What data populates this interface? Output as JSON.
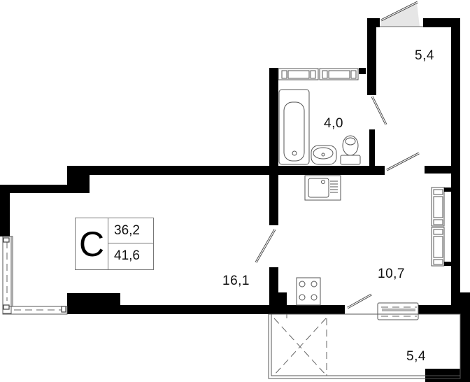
{
  "plan": {
    "type": "floor-plan",
    "apartment_type_letter": "C",
    "living_area": "36,2",
    "total_area": "41,6",
    "rooms": [
      {
        "name": "loggia-top",
        "area": "5,4"
      },
      {
        "name": "bathroom",
        "area": "4,0"
      },
      {
        "name": "living-room",
        "area": "16,1"
      },
      {
        "name": "kitchen",
        "area": "10,7"
      },
      {
        "name": "balcony-bottom",
        "area": "5,4"
      }
    ],
    "colors": {
      "wall": "#000000",
      "line": "#555555",
      "background": "#ffffff",
      "door_swing": "#e6e6e6"
    }
  }
}
